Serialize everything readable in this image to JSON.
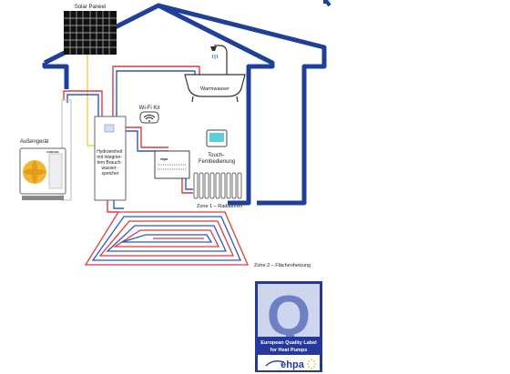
{
  "labels": {
    "solar_panel": "Solar Paneel",
    "hot_water": "Warmwasser",
    "wifi_kit": "Wi-Fi Kit",
    "outdoor_unit": "Außengerät",
    "hydro_unit": [
      "Hydroeinheit",
      "mit integrier-",
      "tem Brauch-",
      "wasser-",
      "speicher"
    ],
    "touch_remote": [
      "Touch-",
      "Fernbedienung"
    ],
    "zone1": "Zone 1 – Radiatoren",
    "zone2": "Zone 2 – Flächenheizung",
    "controller_brand": "ehpa",
    "outdoor_brand": "SAMSUNG"
  },
  "badge": {
    "letter": "Q",
    "line1": "European Quality Label",
    "line2": "for Heat Pumps",
    "brand": "ehpa"
  },
  "colors": {
    "house_outline": "#1f3f99",
    "flow_red": "#e03a3a",
    "return_blue": "#2b58c7",
    "solar_yellow": "#e9d24a",
    "badge_blue": "#26399a",
    "badge_q": "#6f7fc4",
    "badge_bg": "#cdd6ee"
  }
}
